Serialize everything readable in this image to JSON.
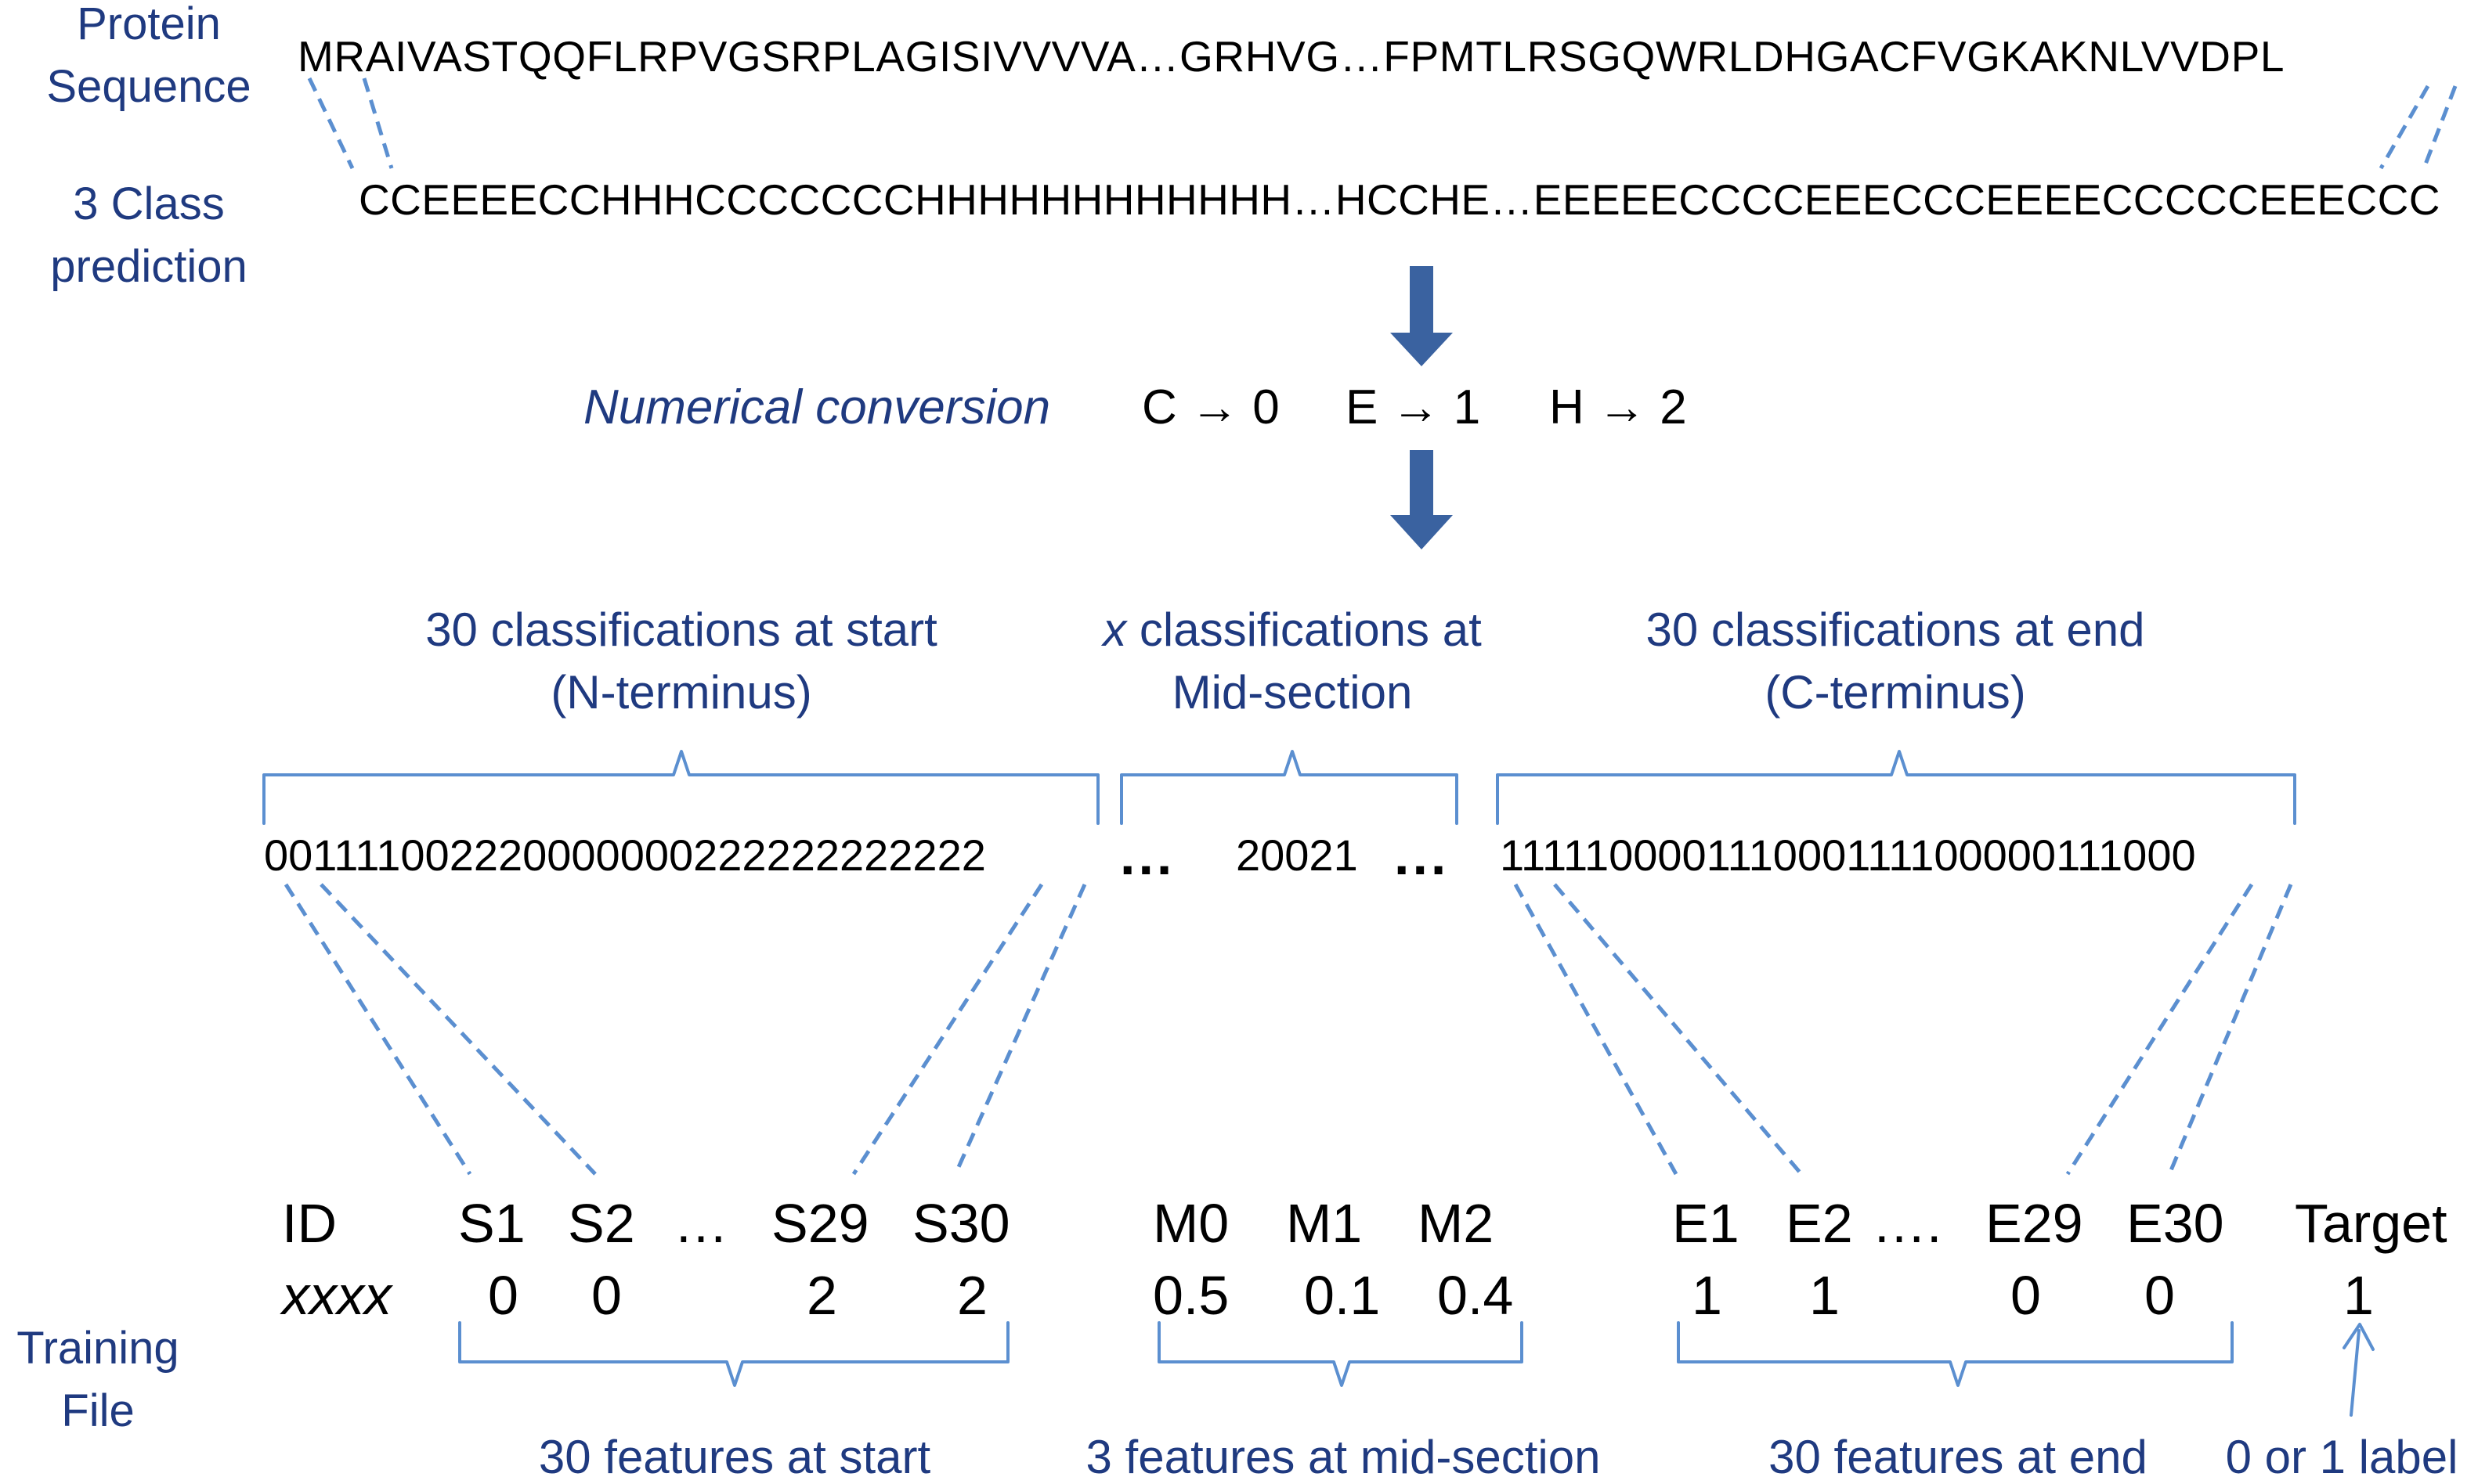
{
  "labels": {
    "protein_line1": "Protein",
    "protein_line2": "Sequence",
    "class_line1": "3 Class",
    "class_line2": "prediction",
    "training_line1": "Training",
    "training_line2": "File"
  },
  "sequences": {
    "protein": "MRAIVASTQQFLRPVGSRPLAGISIVVVVA…GRHVG…FPMTLRSGQWRLDHGACFVGKAKNLVVDPL",
    "prediction": "CCEEEECCHHHCCCCCCCHHHHHHHHHHHH…HCCHE…EEEEECCCCEEECCCEEEECCCCCEEECCC"
  },
  "conversion": {
    "label": "Numerical conversion",
    "c_map": "C → 0",
    "e_map": "E → 1",
    "h_map": "H → 2"
  },
  "top_groups": {
    "start_line1": "30 classifications at start",
    "start_line2": "(N-terminus)",
    "mid_var": "x",
    "mid_line1_rest": " classifications at",
    "mid_line2": "Mid-section",
    "end_line1": "30 classifications at end",
    "end_line2": "(C-terminus)"
  },
  "numeric": {
    "start": "001111002220000000222222222222",
    "dots1": "...",
    "mid": "20021",
    "dots2": "...",
    "end": "111110000111000111100000111000"
  },
  "table": {
    "headers": [
      "ID",
      "S1",
      "S2",
      "…",
      "S29",
      "S30",
      "M0",
      "M1",
      "M2",
      "E1",
      "E2",
      "….",
      "E29",
      "E30",
      "Target"
    ],
    "id_value": "xxxx",
    "values": [
      "0",
      "0",
      "2",
      "2",
      "0.5",
      "0.1",
      "0.4",
      "1",
      "1",
      "0",
      "0",
      "1"
    ]
  },
  "bottom_groups": {
    "start": "30 features at start",
    "mid": "3 features at mid-section",
    "end": "30 features at end",
    "label": "0 or 1 label"
  },
  "colors": {
    "text_blue": "#1f3a80",
    "line_blue": "#5b8fd0",
    "arrow_blue": "#3a62a0"
  }
}
